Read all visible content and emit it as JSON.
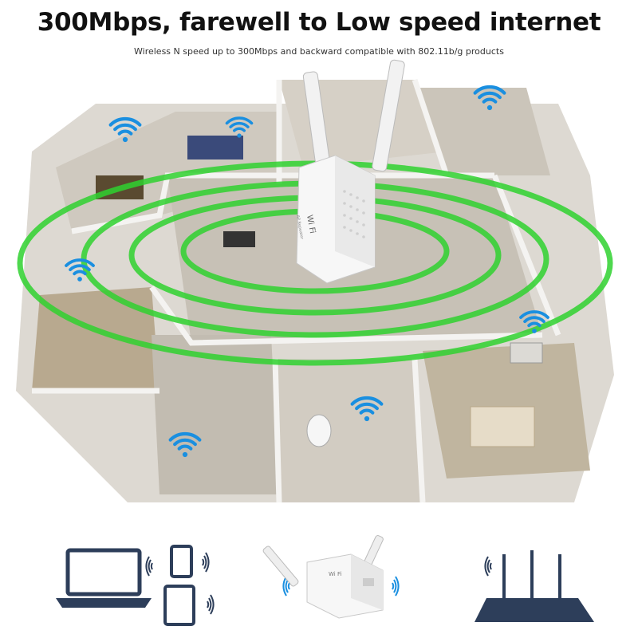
{
  "header": {
    "headline": "300Mbps, farewell to Low speed internet",
    "subline": "Wireless N speed up to 300Mbps and backward compatible with 802.11b/g products"
  },
  "scene": {
    "description_icons": [
      "house-floorplan-illustration",
      "wifi-repeater-device",
      "wifi-signal-icon",
      "signal-rings"
    ],
    "device_label_line1": "Wi Fi",
    "device_label_line2": "AP Repeater",
    "colors": {
      "ring": "#2fd12f",
      "wifi": "#1a8fe0",
      "floor": "#c9c3b8",
      "wall": "#e9e7e3"
    }
  },
  "devices_row": {
    "icons": [
      "laptop-icon",
      "tablet-icon",
      "tablet-icon",
      "repeater-icon",
      "router-icon",
      "wifi-waves-icon"
    ],
    "repeater_label": "Wi Fi"
  }
}
